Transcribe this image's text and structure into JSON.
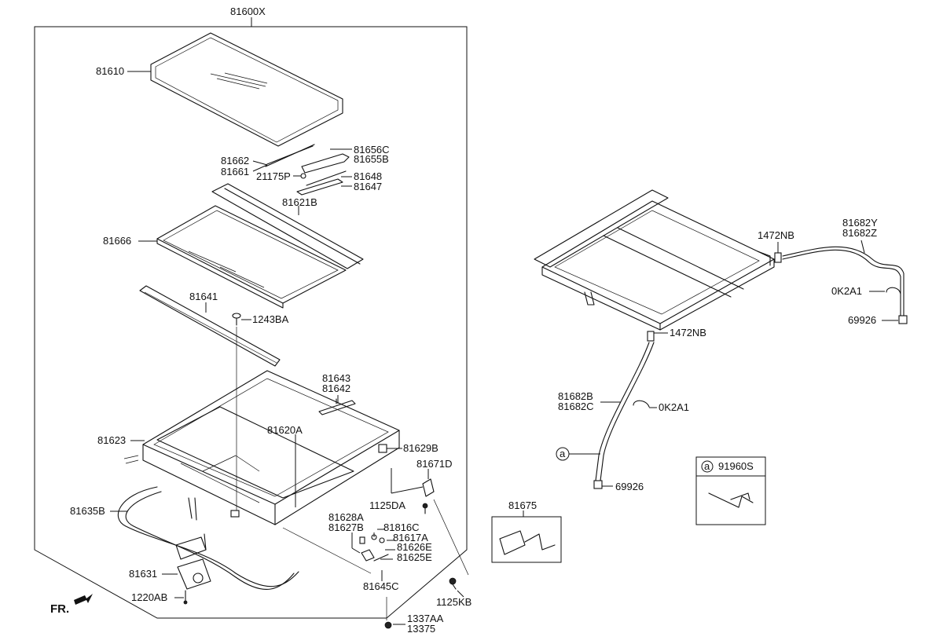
{
  "labels": {
    "assembly": "81600X",
    "glass": "81610",
    "p81662": "81662",
    "p81661": "81661",
    "p21175P": "21175P",
    "p81656C": "81656C",
    "p81655B": "81655B",
    "p81648": "81648",
    "p81647": "81647",
    "p81621B": "81621B",
    "p81666": "81666",
    "p81641": "81641",
    "p1243BA": "1243BA",
    "p81643": "81643",
    "p81642": "81642",
    "p81623": "81623",
    "p81620A": "81620A",
    "p81629B": "81629B",
    "p81671D": "81671D",
    "p1125DA": "1125DA",
    "p81635B": "81635B",
    "p81628A": "81628A",
    "p81627B": "81627B",
    "p81816C": "81816C",
    "p81617A": "81617A",
    "p81626E": "81626E",
    "p81625E": "81625E",
    "p81631": "81631",
    "p1220AB": "1220AB",
    "p81645C": "81645C",
    "p1125KB": "1125KB",
    "p1337AA": "1337AA",
    "p13375": "13375",
    "fr": "FR.",
    "p81675": "81675",
    "p1472NB_top": "1472NB",
    "p81682Y": "81682Y",
    "p81682Z": "81682Z",
    "p0K2A1_top": "0K2A1",
    "p69926_top": "69926",
    "p1472NB_mid": "1472NB",
    "p81682B": "81682B",
    "p81682C": "81682C",
    "p0K2A1_mid": "0K2A1",
    "ref_a": "a",
    "p69926_bot": "69926",
    "legend_a": "a",
    "legend_part": "91960S"
  }
}
